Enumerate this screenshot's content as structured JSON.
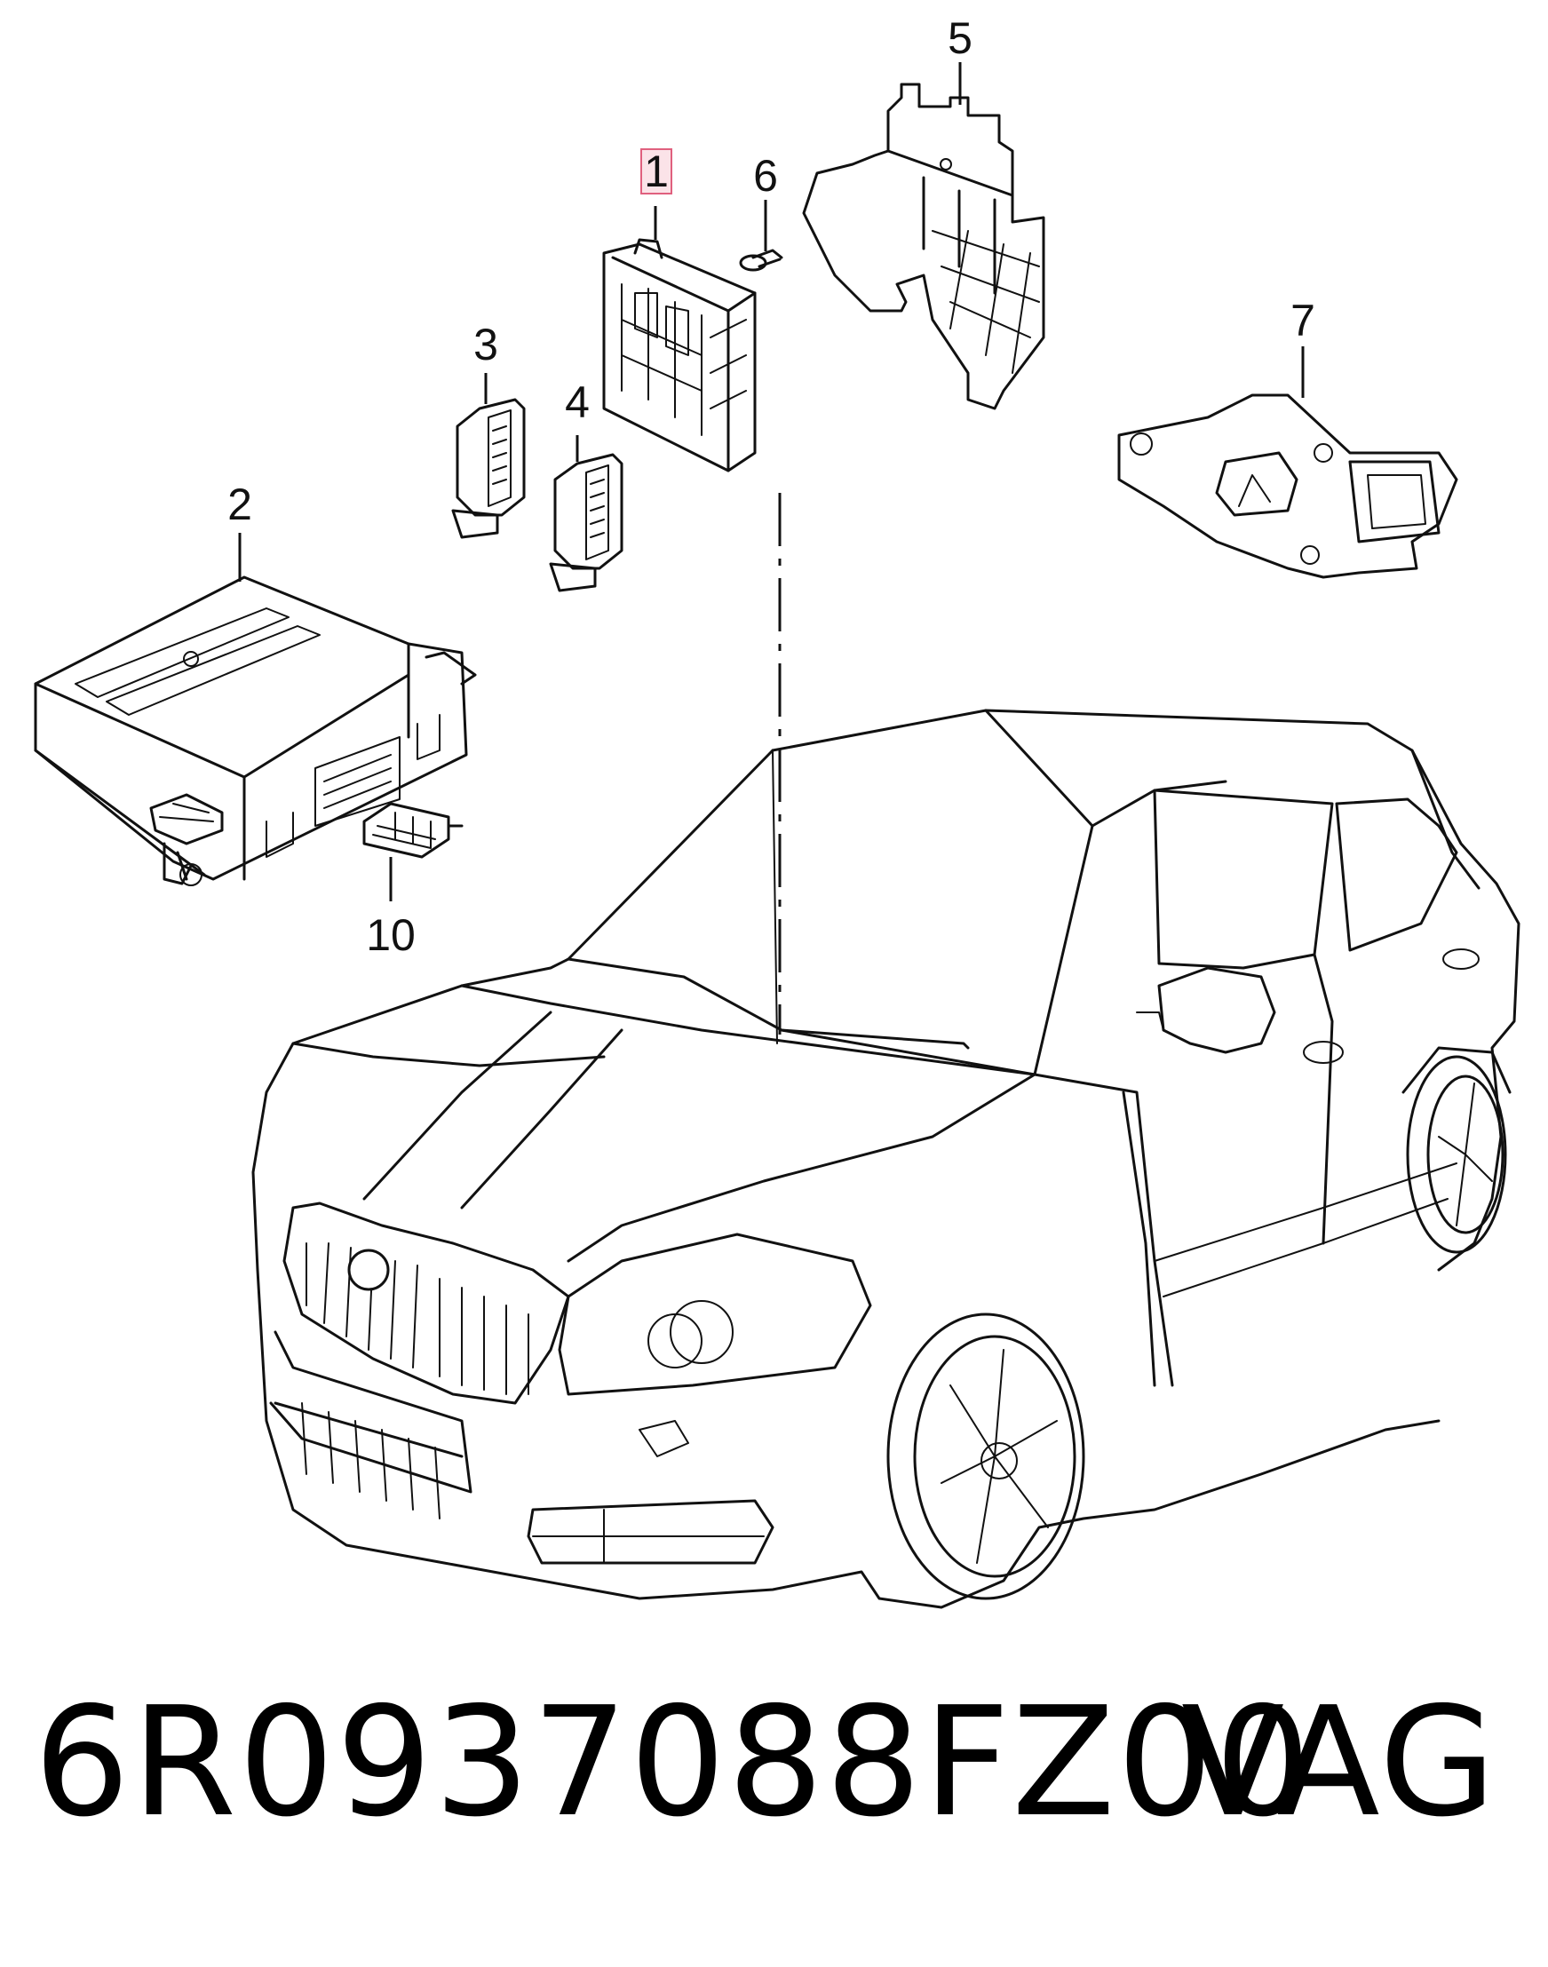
{
  "diagram": {
    "callouts": [
      {
        "id": "1",
        "label": "1",
        "highlighted": true
      },
      {
        "id": "2",
        "label": "2"
      },
      {
        "id": "3",
        "label": "3"
      },
      {
        "id": "4",
        "label": "4"
      },
      {
        "id": "5",
        "label": "5"
      },
      {
        "id": "6",
        "label": "6"
      },
      {
        "id": "7",
        "label": "7"
      },
      {
        "id": "10",
        "label": "10"
      }
    ],
    "highlight_color": "#e0607e"
  },
  "footer": {
    "part_number": "6R0937088FZ00",
    "brand": "VAG"
  }
}
